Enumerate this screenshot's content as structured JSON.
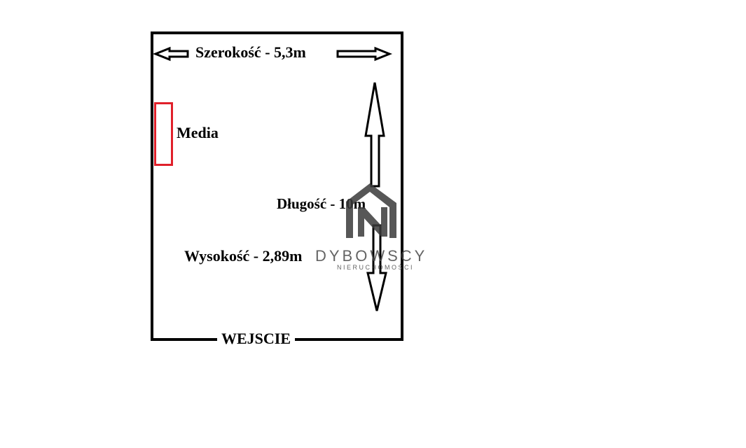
{
  "plan": {
    "width_label": "Szerokość - 5,3m",
    "media_label": "Media",
    "length_label": "Długość - 10m",
    "height_label": "Wysokość - 2,89m",
    "entrance_label": "WEJSCIE"
  },
  "watermark": {
    "brand": "DYBOWSCY",
    "subtitle": "NIERUCHOMOŚCI",
    "icon": "house-n-logo-icon"
  },
  "colors": {
    "outline": "#000000",
    "media_marker": "#e0202a",
    "watermark": "#4a4a4a"
  }
}
